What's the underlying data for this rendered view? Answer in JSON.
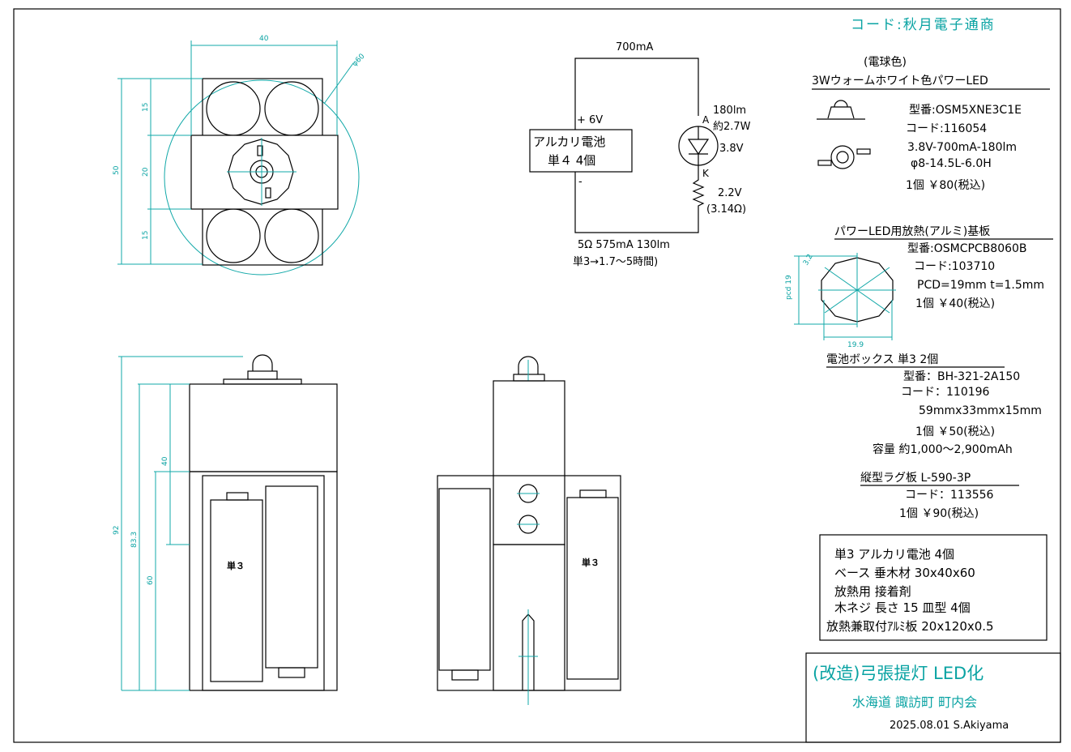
{
  "header": {
    "code": "コード:秋月電子通商"
  },
  "circuit": {
    "current": "700mA",
    "plus": "+ 6V",
    "battery_l1": "アルカリ電池",
    "battery_l2": "単４ 4個",
    "minus": "-",
    "anode": "A",
    "cathode": "K",
    "led_lm": "180lm",
    "led_w": "約2.7W",
    "led_v": "3.8V",
    "res_v": "2.2V",
    "res_ohm": "(3.14Ω)",
    "bottom1": "5Ω 575mA 130lm",
    "bottom2": "単3→1.7～5時間)"
  },
  "dims": {
    "top_width": "40",
    "top_dia": "φ60",
    "top_h1": "15",
    "top_h2": "20",
    "top_h3": "15",
    "top_total": "50",
    "front_92": "92",
    "front_83": "83.3",
    "front_40": "40",
    "front_60": "60",
    "battery_label": "単３",
    "side_battery_label": "単３",
    "pcb_width": "19.9",
    "pcb_pcd": "pcd 19",
    "pcb_small": "3.2"
  },
  "led": {
    "heading1": "(電球色)",
    "heading2": "3Wウォームホワイト色パワーLED",
    "model": "型番:OSM5XNE3C1E",
    "code": "コード:116054",
    "spec1": "3.8V-700mA-180lm",
    "spec2": "φ8-14.5L-6.0H",
    "price": "1個 ￥80(税込)"
  },
  "pcb": {
    "heading": "パワーLED用放熱(アルミ)基板",
    "model": "型番:OSMCPCB8060B",
    "code": "コード:103710",
    "spec": "PCD=19mm t=1.5mm",
    "price": "1個 ￥40(税込)"
  },
  "box": {
    "heading": "電池ボックス 単3 2個",
    "model": "型番：BH-321-2A150",
    "code": "コード：110196",
    "size": "59mmx33mmx15mm",
    "price": "1個 ￥50(税込)",
    "capacity": "容量 約1,000～2,900mAh"
  },
  "lug": {
    "heading": "縦型ラグ板 L-590-3P",
    "code": "コード：113556",
    "price": "1個 ￥90(税込)"
  },
  "materials": [
    "単3 アルカリ電池 4個",
    "ベース 垂木材 30x40x60",
    " 放熱用 接着剤",
    " 木ネジ 長さ 15 皿型 4個",
    "放熱兼取付ｱﾙﾐ板 20x120x0.5"
  ],
  "title_block": {
    "title": "(改造)弓張提灯 LED化",
    "org": "水海道 諏訪町 町内会",
    "date": "2025.08.01 S.Akiyama"
  },
  "colors": {
    "line": "#000000",
    "dimension": "#12a8a8",
    "teal_text": "#0aa3a3"
  }
}
